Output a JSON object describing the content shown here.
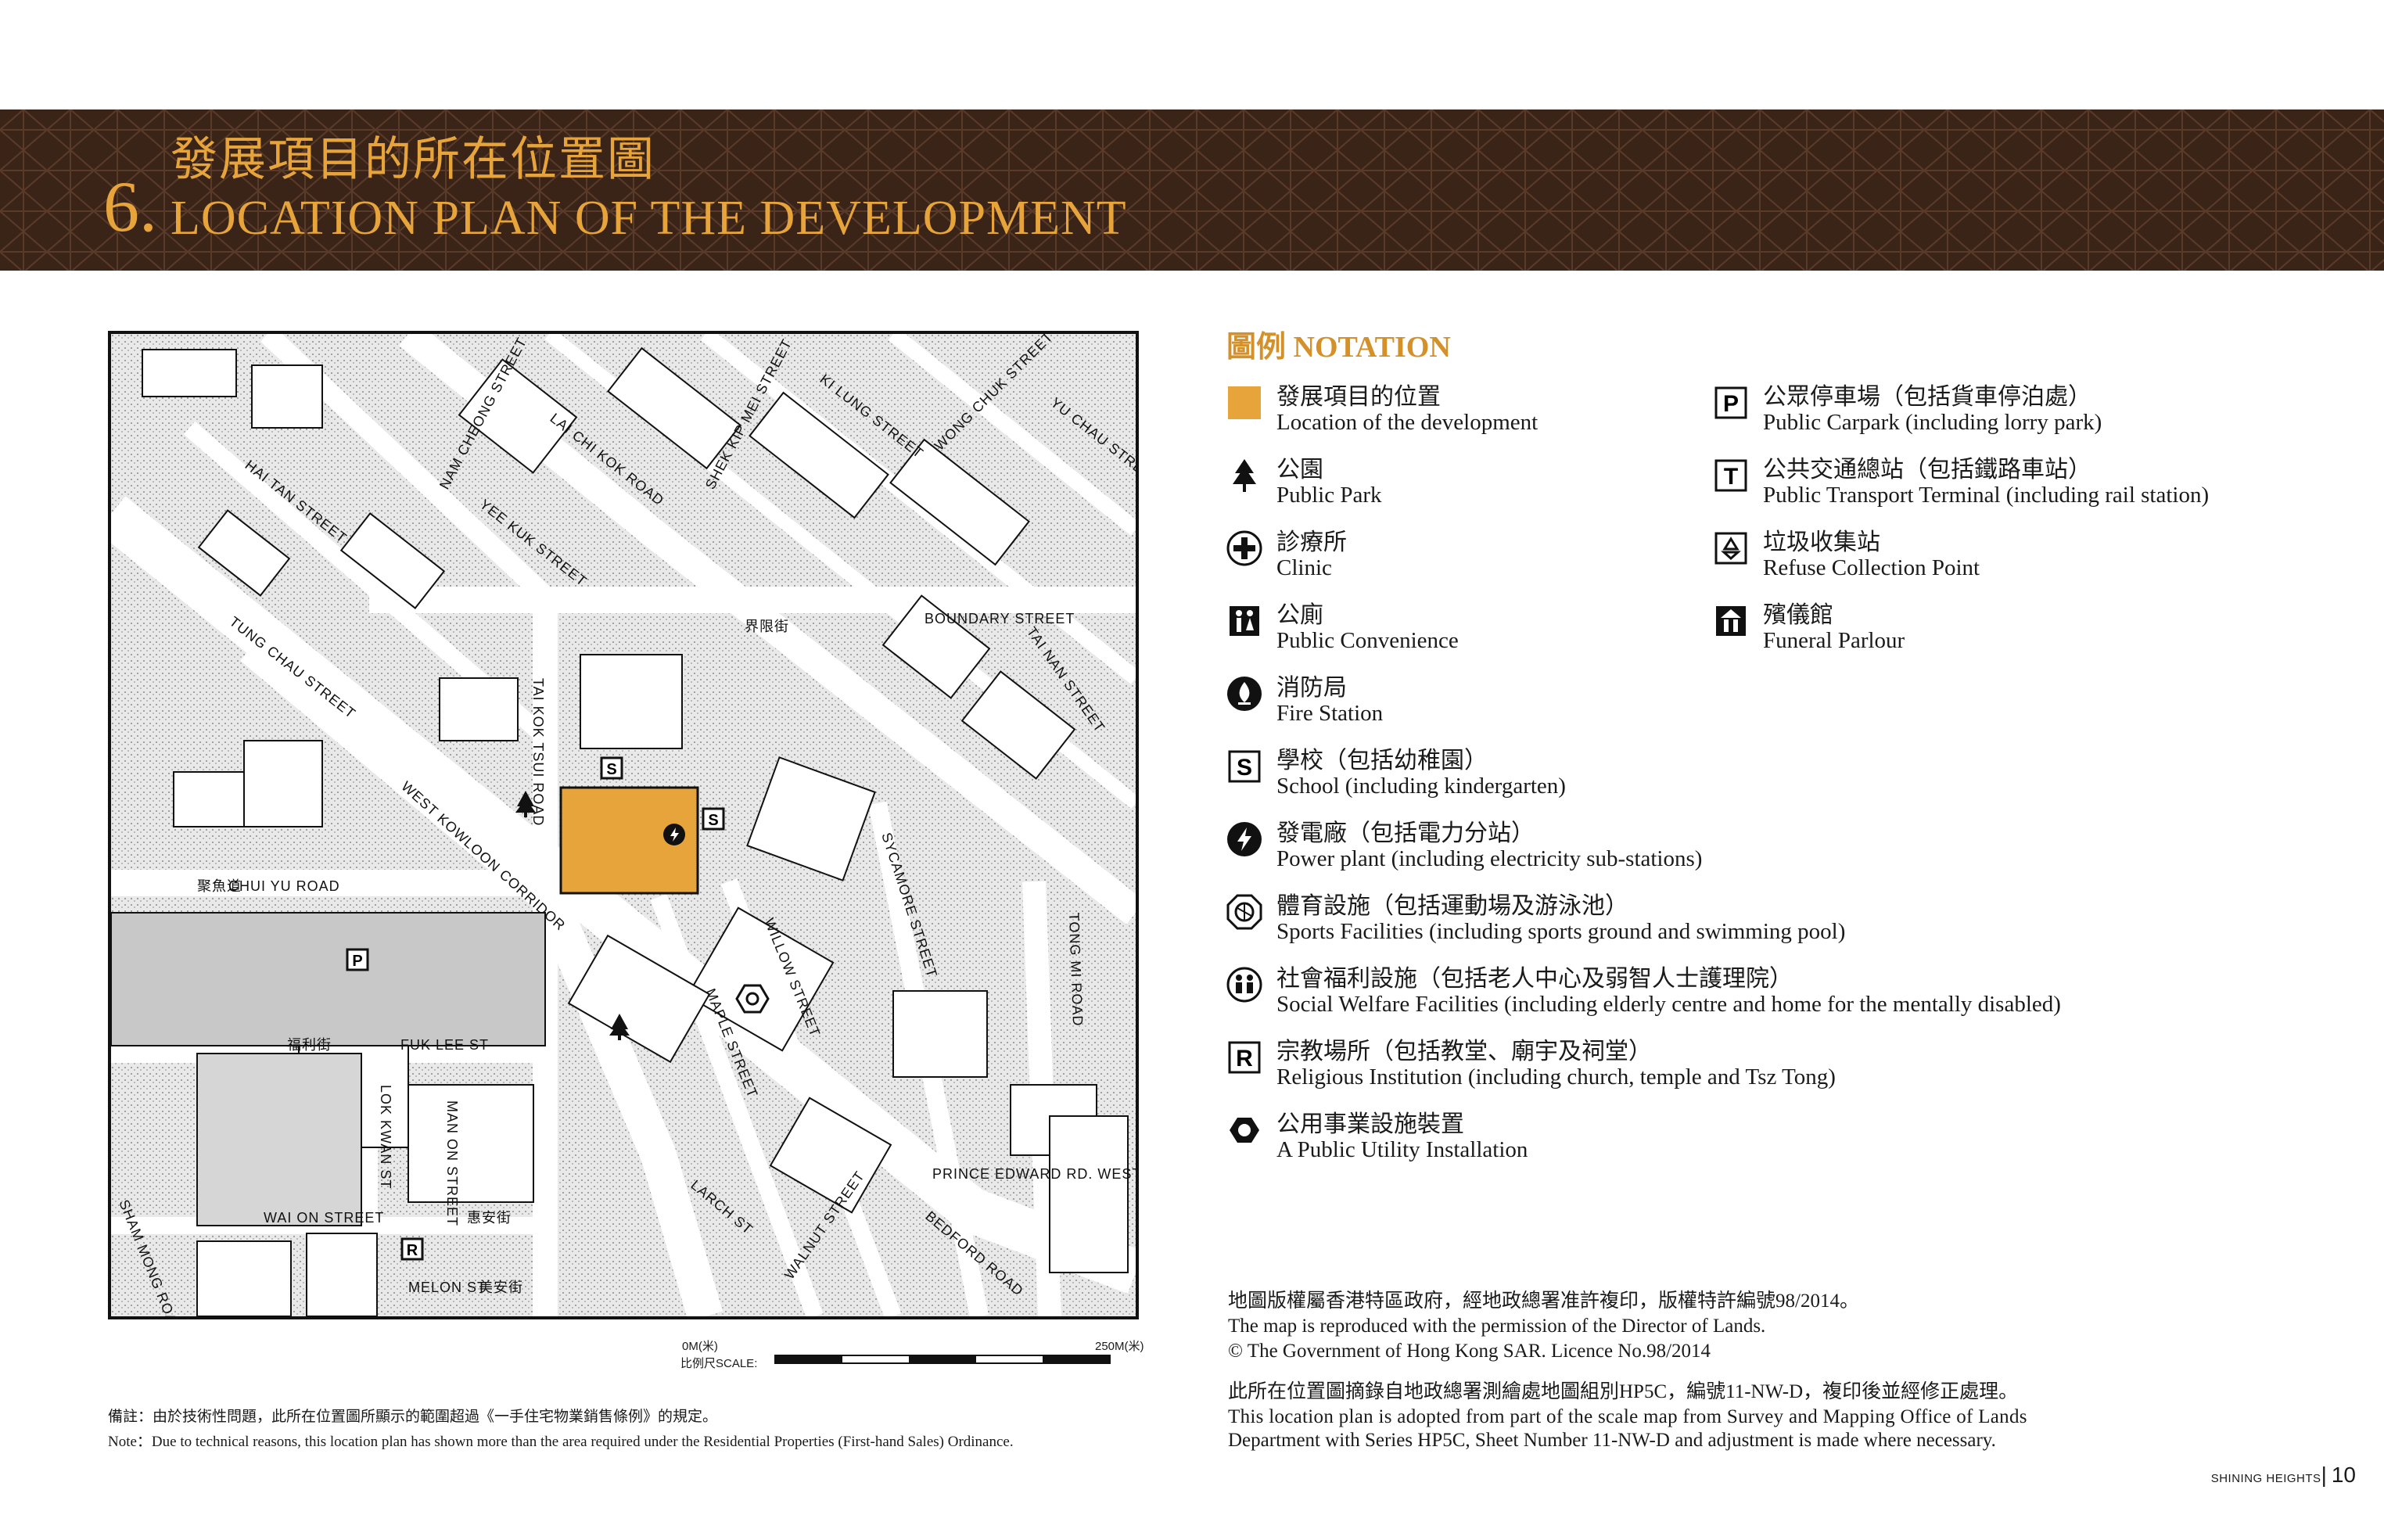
{
  "header": {
    "section_number": "6.",
    "title_zh": "發展項目的所在位置圖",
    "title_en": "LOCATION PLAN OF THE DEVELOPMENT"
  },
  "map": {
    "street_labels": [
      "LAI CHI KOK ROAD",
      "TUNG CHAU STREET",
      "BOUNDARY STREET",
      "CHUI YU ROAD",
      "WEST KOWLOON CORRIDOR",
      "SYCAMORE STREET",
      "TONG MI ROAD",
      "WILLOW STREET",
      "MAPLE STREET",
      "FUK LEE ST",
      "WAI ON STREET",
      "MELON ST",
      "LARCH ST",
      "WALNUT STREET",
      "BEDFORD ROAD",
      "PRINCE EDWARD RD. WEST",
      "TAI NAN STREET",
      "YEE KUK STREET",
      "HAI TAN STREET",
      "NAM CHEONG STREET",
      "KI LUNG STREET",
      "WONG CHUK STREET",
      "YU CHAU STREET",
      "SHEK KIP MEI STREET",
      "LOK KWAN ST",
      "TAI KOK TSUI ROAD",
      "MAN ON STREET",
      "SHAM MONG ROAD",
      "聚魚道",
      "福利街",
      "界限街",
      "惠安街",
      "美安街"
    ]
  },
  "scale": {
    "prefix": "比例尺SCALE:",
    "start": "0M(米)",
    "end": "250M(米)"
  },
  "note": {
    "zh": "備註：由於技術性問題，此所在位置圖所顯示的範圍超過《一手住宅物業銷售條例》的規定。",
    "en": "Note：Due to technical reasons, this location plan has shown more than the area required under the Residential Properties (First-hand Sales) Ordinance."
  },
  "notation": {
    "title": "圖例 NOTATION",
    "colors": {
      "development": "#e6a43a",
      "accent": "#d4912a"
    },
    "left": [
      {
        "icon": "development-swatch",
        "zh": "發展項目的位置",
        "en": "Location of the development"
      },
      {
        "icon": "tree-icon",
        "zh": "公園",
        "en": "Public Park"
      },
      {
        "icon": "clinic-icon",
        "zh": "診療所",
        "en": "Clinic"
      },
      {
        "icon": "toilet-icon",
        "zh": "公廁",
        "en": " Public Convenience"
      },
      {
        "icon": "fire-station-icon",
        "zh": "消防局",
        "en": "Fire Station"
      },
      {
        "icon": "school-icon",
        "zh": "學校（包括幼稚園）",
        "en": "School (including kindergarten)"
      },
      {
        "icon": "power-icon",
        "zh": "發電廠（包括電力分站）",
        "en": "Power plant (including electricity sub-stations)"
      },
      {
        "icon": "sports-icon",
        "zh": "體育設施（包括運動場及游泳池）",
        "en": "Sports Facilities (including sports ground and swimming pool)"
      },
      {
        "icon": "social-welfare-icon",
        "zh": "社會福利設施（包括老人中心及弱智人士護理院）",
        "en": "Social Welfare Facilities (including elderly centre and home for the mentally disabled)"
      },
      {
        "icon": "religious-icon",
        "zh": "宗教場所（包括教堂、廟宇及祠堂）",
        "en": "Religious Institution (including church, temple and Tsz Tong)"
      },
      {
        "icon": "utility-icon",
        "zh": "公用事業設施裝置",
        "en": "A Public Utility Installation"
      }
    ],
    "right": [
      {
        "icon": "carpark-icon",
        "zh": "公眾停車場（包括貨車停泊處）",
        "en": "Public Carpark (including lorry park)"
      },
      {
        "icon": "transport-icon",
        "zh": "公共交通總站（包括鐵路車站）",
        "en": "Public Transport Terminal (including rail station)"
      },
      {
        "icon": "recycle-icon",
        "zh": "垃圾收集站",
        "en": "Refuse Collection Point"
      },
      {
        "icon": "funeral-icon",
        "zh": "殯儀館",
        "en": "Funeral Parlour"
      }
    ]
  },
  "credits": {
    "line1_zh": "地圖版權屬香港特區政府，經地政總署准許複印，版權特許編號98/2014。",
    "line2_en": "The map is reproduced with the permission of the Director of Lands.",
    "line3_en": "© The Government of Hong Kong SAR. Licence No.98/2014",
    "line4_zh": "此所在位置圖摘錄自地政總署測繪處地圖組別HP5C，編號11-NW-D，複印後並經修正處理。",
    "line5_en": "This location plan is adopted from part of the scale map from Survey and Mapping Office of Lands",
    "line6_en": "Department with Series HP5C, Sheet Number 11-NW-D and adjustment is made where necessary."
  },
  "footer": {
    "brand": "SHINING HEIGHTS",
    "page": "10"
  }
}
